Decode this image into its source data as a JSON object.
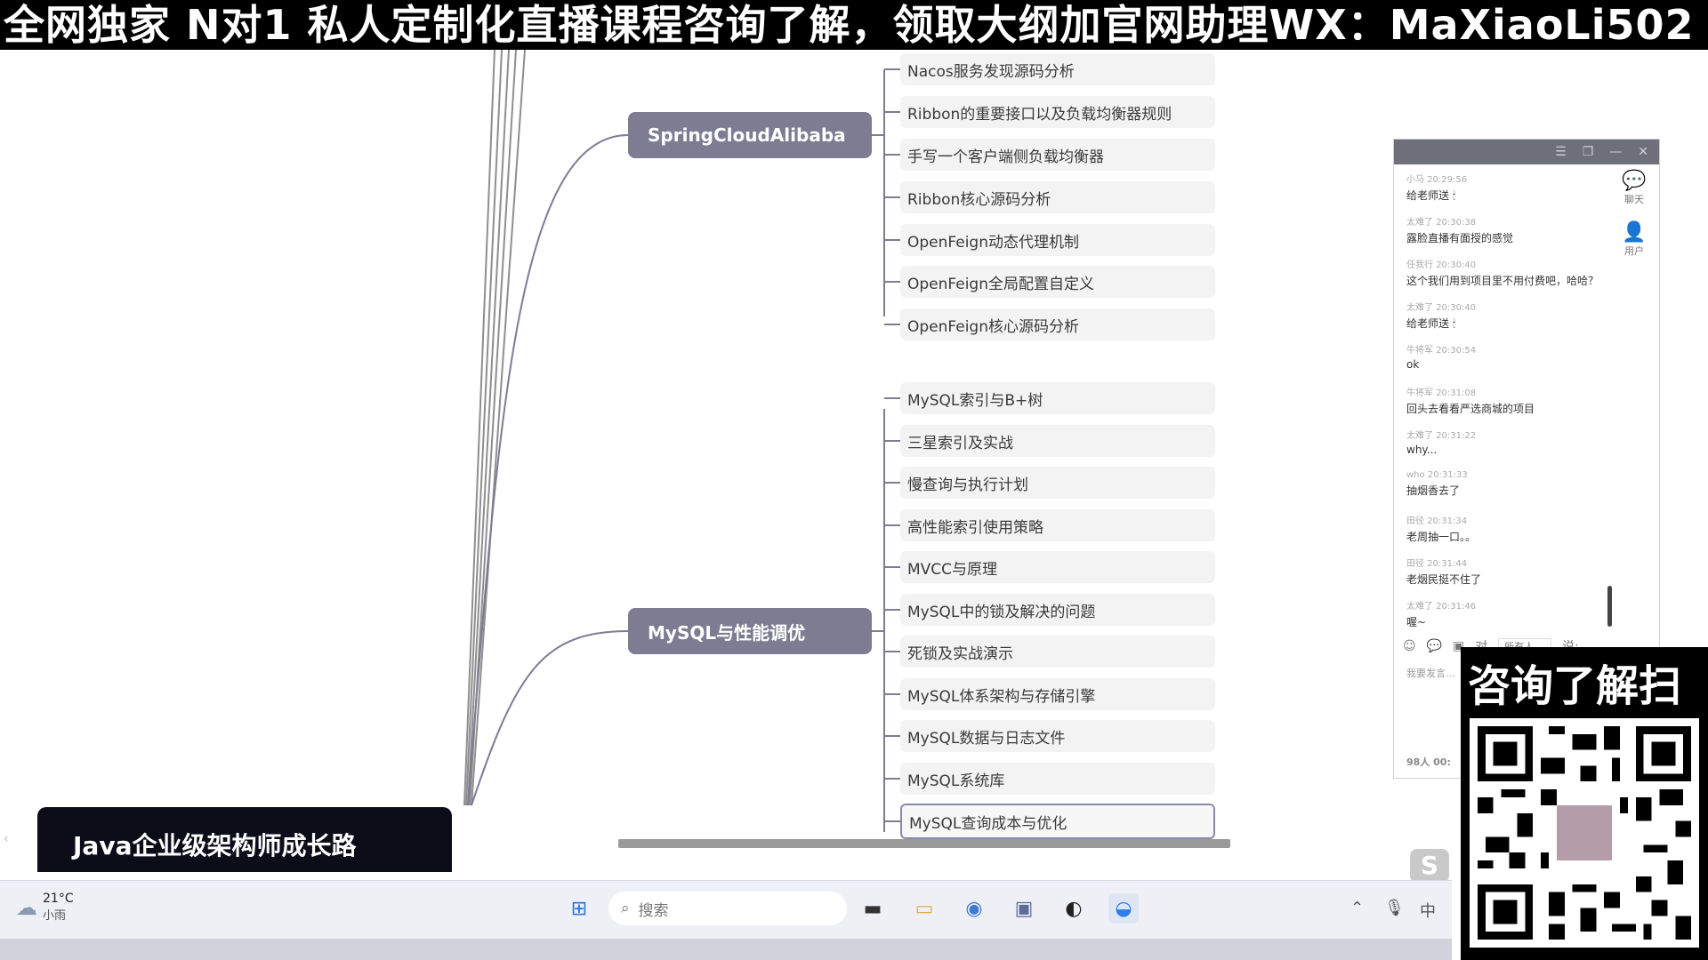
{
  "banner": {
    "text": "全网独家 N对1 私人定制化直播课程咨询了解，领取大纲加官网助理WX：MaXiaoLi502"
  },
  "mindmap": {
    "main_nodes": [
      {
        "label": "SpringCloudAlibaba"
      },
      {
        "label": "MySQL与性能调优"
      }
    ],
    "spring_children": [
      "Nacos服务发现源码分析",
      "Ribbon的重要接口以及负载均衡器规则",
      "手写一个客户端侧负载均衡器",
      "Ribbon核心源码分析",
      "OpenFeign动态代理机制",
      "OpenFeign全局配置自定义",
      "OpenFeign核心源码分析"
    ],
    "mysql_children": [
      "MySQL索引与B+树",
      "三星索引及实战",
      "慢查询与执行计划",
      "高性能索引使用策略",
      "MVCC与原理",
      "MySQL中的锁及解决的问题",
      "死锁及实战演示",
      "MySQL体系架构与存储引擎",
      "MySQL数据与日志文件",
      "MySQL系统库",
      "MySQL查询成本与优化"
    ],
    "root_card": {
      "label": "Java企业级架构师成长路"
    }
  },
  "chat": {
    "messages": [
      {
        "user": "小马",
        "time": "20:29:56",
        "text": "给老师送 🕯"
      },
      {
        "user": "太难了",
        "time": "20:30:38",
        "text": "露脸直播有面授的感觉"
      },
      {
        "user": "任我行",
        "time": "20:30:40",
        "text": "这个我们用到项目里不用付费吧，哈哈？"
      },
      {
        "user": "太难了",
        "time": "20:30:40",
        "text": "给老师送 🕯"
      },
      {
        "user": "牛将军",
        "time": "20:30:54",
        "text": "ok"
      },
      {
        "user": "牛将军",
        "time": "20:31:08",
        "text": "回头去看看严选商城的项目"
      },
      {
        "user": "太难了",
        "time": "20:31:22",
        "text": "why..."
      },
      {
        "user": "who",
        "time": "20:31:33",
        "text": "抽烟香去了"
      },
      {
        "user": "田径",
        "time": "20:31:34",
        "text": "老周抽一口。。"
      },
      {
        "user": "田径",
        "time": "20:31:44",
        "text": "老烟民挺不住了"
      },
      {
        "user": "太难了",
        "time": "20:31:46",
        "text": "喔~"
      }
    ],
    "side_tabs": {
      "chat": "聊天",
      "users": "用户"
    },
    "to_label": "对",
    "audience_select": "所有人",
    "say_label": "说:",
    "input_placeholder": "我要发言...",
    "online_count": "98人 00:"
  },
  "promo": {
    "title": "咨询了解扫"
  },
  "taskbar": {
    "weather_temp": "21°C",
    "weather_desc": "小雨",
    "search_placeholder": "搜索",
    "ime": "中"
  }
}
